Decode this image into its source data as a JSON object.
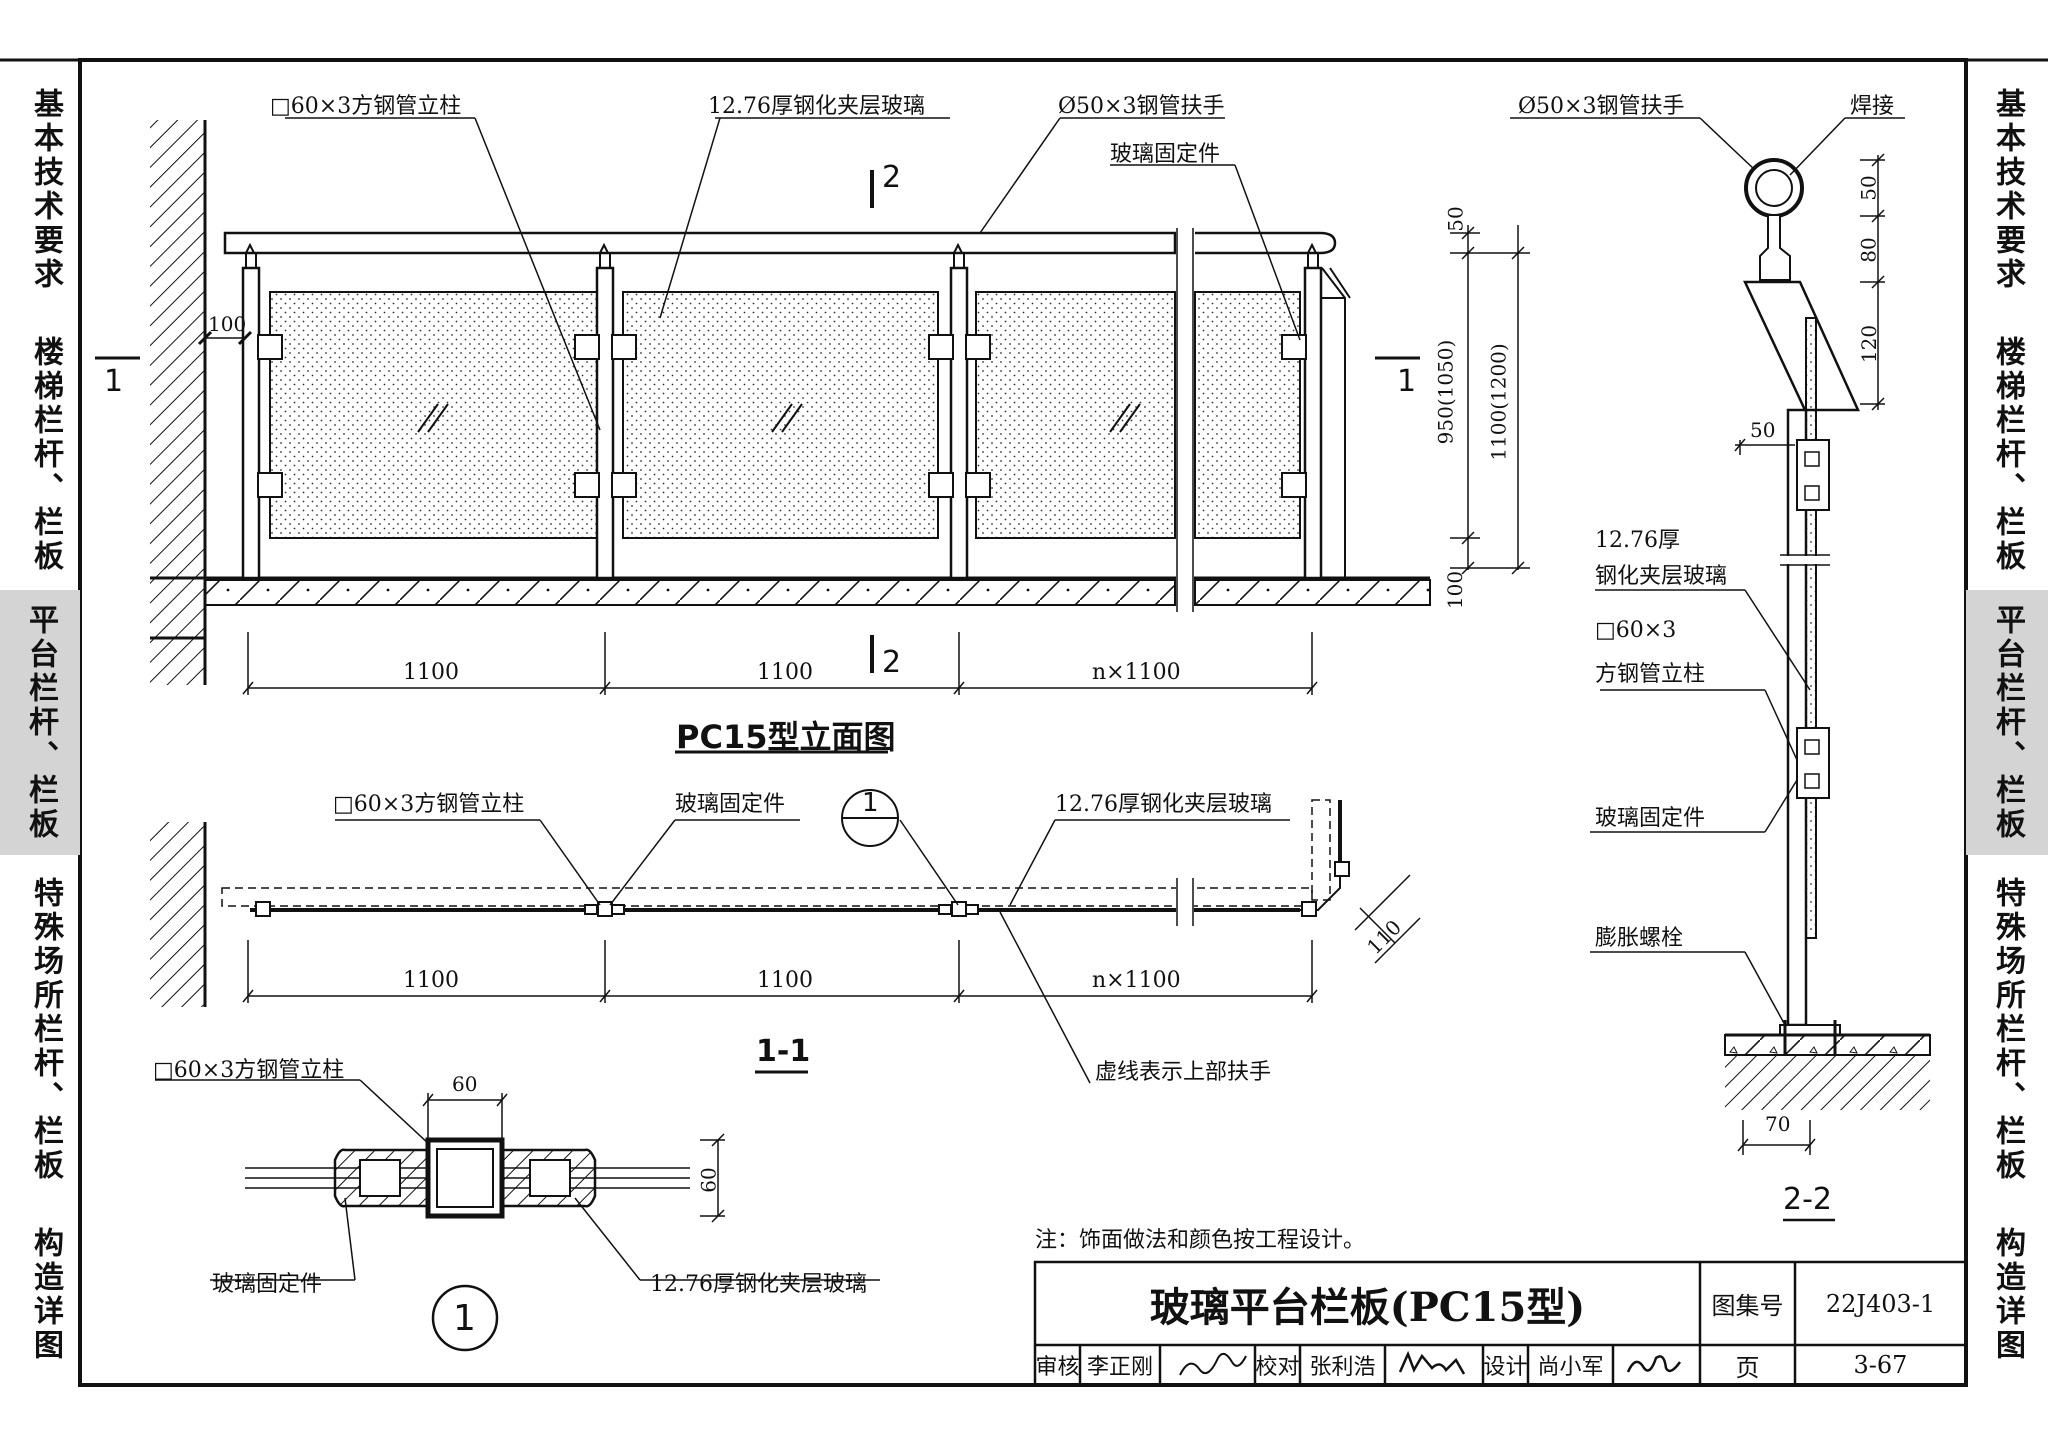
{
  "side_tabs_left": [
    {
      "label": "基本技术要求",
      "active": false
    },
    {
      "label": "楼梯栏杆、栏板",
      "active": false
    },
    {
      "label": "平台栏杆、栏板",
      "active": true
    },
    {
      "label": "特殊场所栏杆、栏板",
      "active": false
    },
    {
      "label": "构造详图",
      "active": false
    }
  ],
  "side_tabs_right": [
    {
      "label": "基本技术要求",
      "active": false
    },
    {
      "label": "楼梯栏杆、栏板",
      "active": false
    },
    {
      "label": "平台栏杆、栏板",
      "active": true
    },
    {
      "label": "特殊场所栏杆、栏板",
      "active": false
    },
    {
      "label": "构造详图",
      "active": false
    }
  ],
  "elevation": {
    "title": "PC15型立面图",
    "label_post": "□60×3方钢管立柱",
    "label_glass": "12.76厚钢化夹层玻璃",
    "label_rail": "Ø50×3钢管扶手",
    "label_clamp": "玻璃固定件",
    "dim_100": "100",
    "dim_span1": "1100",
    "dim_span2": "1100",
    "dim_span3": "n×1100",
    "dim_50": "50",
    "dim_950": "950(1050)",
    "dim_1100": "1100(1200)",
    "dim_100b": "100",
    "cut1": "1",
    "cut2": "2"
  },
  "section11": {
    "title": "1-1",
    "label_post": "□60×3方钢管立柱",
    "label_clamp": "玻璃固定件",
    "label_glass": "12.76厚钢化夹层玻璃",
    "label_dashed": "虚线表示上部扶手",
    "detail_top": "1",
    "detail_bottom": "—",
    "dim_span1": "1100",
    "dim_span2": "1100",
    "dim_span3": "n×1100",
    "dim_110": "110"
  },
  "detail1": {
    "label_post": "□60×3方钢管立柱",
    "label_clamp": "玻璃固定件",
    "label_glass": "12.76厚钢化夹层玻璃",
    "dim_60a": "60",
    "dim_60b": "60",
    "number": "1"
  },
  "section22": {
    "title": "2-2",
    "label_rail": "Ø50×3钢管扶手",
    "label_weld": "焊接",
    "label_glass_1": "12.76厚",
    "label_glass_2": "钢化夹层玻璃",
    "label_post_1": "□60×3",
    "label_post_2": "方钢管立柱",
    "label_clamp": "玻璃固定件",
    "label_bolt": "膨胀螺栓",
    "dim_50a": "50",
    "dim_80": "80",
    "dim_120": "120",
    "dim_50b": "50",
    "dim_70": "70"
  },
  "note": "注：饰面做法和颜色按工程设计。",
  "title_block": {
    "title": "玻璃平台栏板(PC15型)",
    "atlas_label": "图集号",
    "atlas_no": "22J403-1",
    "page_label": "页",
    "page_no": "3-67",
    "review_label": "审核",
    "reviewer": "李正刚",
    "check_label": "校对",
    "checker": "张利浩",
    "design_label": "设计",
    "designer": "尚小军"
  }
}
